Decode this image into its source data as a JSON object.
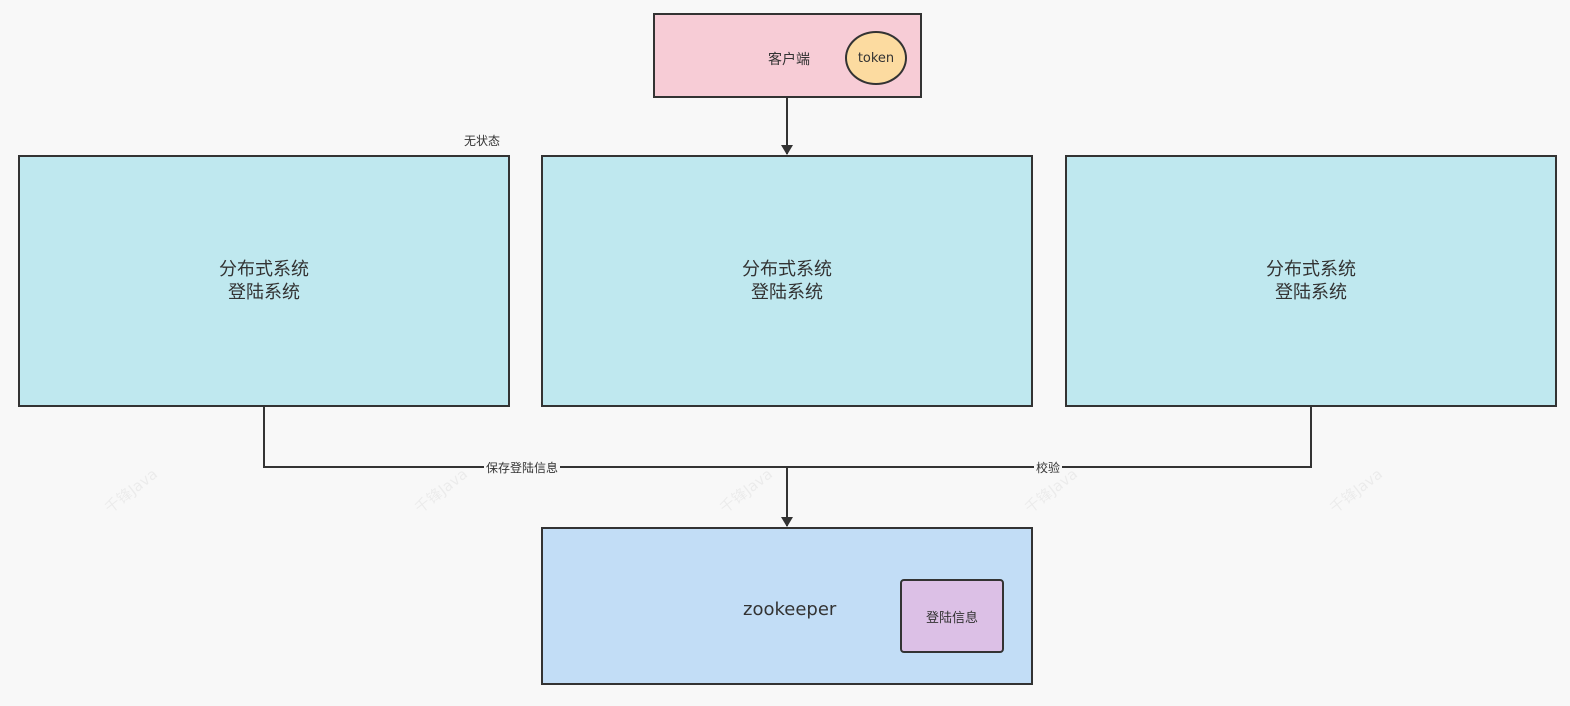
{
  "client": {
    "label": "客户端",
    "token_label": "token"
  },
  "annotation": {
    "stateless": "无状态"
  },
  "systems": [
    {
      "line1": "分布式系统",
      "line2": "登陆系统"
    },
    {
      "line1": "分布式系统",
      "line2": "登陆系统"
    },
    {
      "line1": "分布式系统",
      "line2": "登陆系统"
    }
  ],
  "edges": {
    "save_label": "保存登陆信息",
    "verify_label": "校验"
  },
  "zookeeper": {
    "label": "zookeeper",
    "store_label": "登陆信息"
  },
  "watermark": "千锋Java",
  "colors": {
    "client_fill": "#f7ccd6",
    "token_fill": "#fcdba0",
    "system_fill": "#bfe8ef",
    "zookeeper_fill": "#c2ddf6",
    "store_fill": "#dcc0e6",
    "stroke": "#333333"
  }
}
